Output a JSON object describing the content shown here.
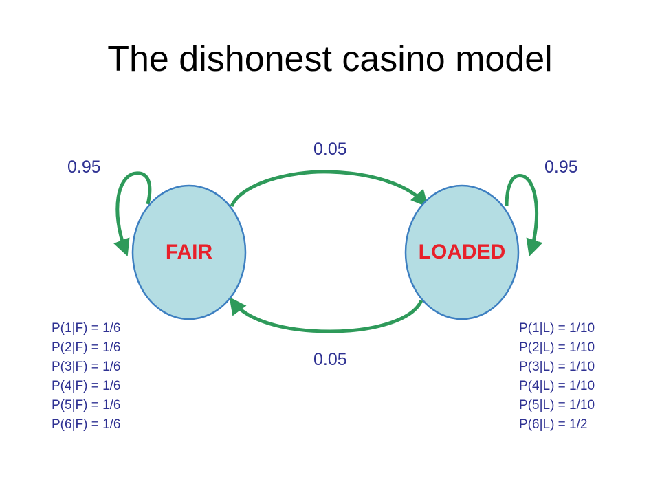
{
  "title": "The dishonest casino model",
  "states": {
    "fair": {
      "label": "FAIR"
    },
    "loaded": {
      "label": "LOADED"
    }
  },
  "transitions": {
    "fair_to_fair": "0.95",
    "loaded_to_loaded": "0.95",
    "fair_to_loaded": "0.05",
    "loaded_to_fair": "0.05"
  },
  "emissions": {
    "fair": [
      "P(1|F) = 1/6",
      "P(2|F) = 1/6",
      "P(3|F) = 1/6",
      "P(4|F) = 1/6",
      "P(5|F) = 1/6",
      "P(6|F) = 1/6"
    ],
    "loaded": [
      "P(1|L) = 1/10",
      "P(2|L) = 1/10",
      "P(3|L) = 1/10",
      "P(4|L) = 1/10",
      "P(5|L) = 1/10",
      "P(6|L) = 1/2"
    ]
  },
  "colors": {
    "state_fill": "#b4dde3",
    "state_stroke": "#3d7fc1",
    "arrow": "#2e9a5a",
    "state_label": "#e8202a",
    "probability_text": "#2e3192"
  }
}
